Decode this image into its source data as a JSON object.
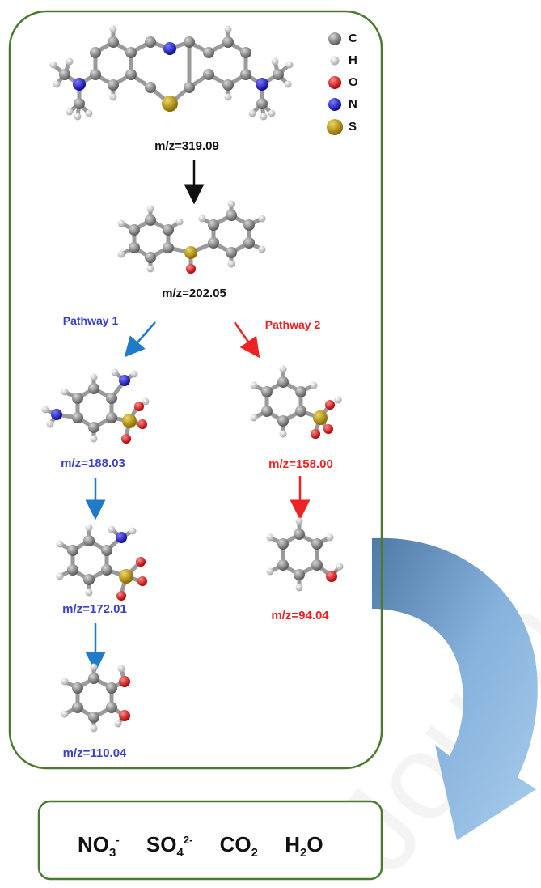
{
  "colors": {
    "frame": "#4b7a30",
    "pathway1": "#3a3fd0",
    "pathway2": "#ee2222",
    "big_arrow_dark": "#5b87b3",
    "big_arrow_light": "#9fc6e8",
    "carbon": "#7a7a7a",
    "hydrogen": "#e8e8e8",
    "oxygen": "#e02020",
    "nitrogen": "#2020c0",
    "sulfur": "#b8960c"
  },
  "legend": [
    {
      "symbol": "C",
      "icon": "carbon-atom-icon"
    },
    {
      "symbol": "H",
      "icon": "hydrogen-atom-icon"
    },
    {
      "symbol": "O",
      "icon": "oxygen-atom-icon"
    },
    {
      "symbol": "N",
      "icon": "nitrogen-atom-icon"
    },
    {
      "symbol": "S",
      "icon": "sulfur-atom-icon"
    }
  ],
  "compounds": {
    "parent": "m/z=319.09",
    "intermediate": "m/z=202.05",
    "p1_a": "m/z=188.03",
    "p1_b": "m/z=172.01",
    "p1_c": "m/z=110.04",
    "p2_a": "m/z=158.00",
    "p2_b": "m/z=94.04"
  },
  "pathways": {
    "one": "Pathway 1",
    "two": "Pathway 2"
  },
  "products": {
    "nitrate": {
      "base": "NO",
      "sub": "3",
      "sup": "-"
    },
    "sulfate": {
      "base": "SO",
      "sub": "4",
      "sup": "2-"
    },
    "co2": {
      "base": "CO",
      "sub": "2"
    },
    "water": {
      "base": "H",
      "sub": "2",
      "tail": "O"
    }
  }
}
